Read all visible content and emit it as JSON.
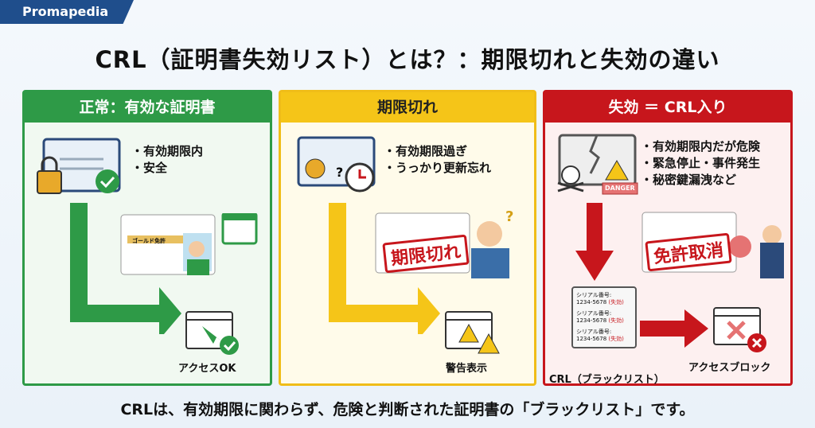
{
  "brand": "Promapedia",
  "title": "CRL（証明書失効リスト）とは？：期限切れと失効の違い",
  "panels": [
    {
      "header": "正常：有効な証明書",
      "color": "#2e9a47",
      "bullets": [
        "・有効期限内",
        "・安全"
      ],
      "license_label": "ゴールド免許",
      "result": "アクセスOK"
    },
    {
      "header": "期限切れ",
      "color": "#f5c518",
      "bullets": [
        "・有効期限過ぎ",
        "・うっかり更新忘れ"
      ],
      "stamp": "期限切れ",
      "result": "警告表示"
    },
    {
      "header": "失効 ＝ CRL入り",
      "color": "#c7161c",
      "bullets": [
        "・有効期限内だが危険",
        "・緊急停止・事件発生",
        "・秘密鍵漏洩など"
      ],
      "danger": "DANGER",
      "stamp": "免許取消",
      "crl_entries": [
        {
          "label": "シリアル番号:",
          "serial": "1234-5678",
          "status": "(失効)"
        },
        {
          "label": "シリアル番号:",
          "serial": "1234-5678",
          "status": "(失効)"
        },
        {
          "label": "シリアル番号:",
          "serial": "1234-5678",
          "status": "(失効)"
        }
      ],
      "crl_label": "CRL（ブラックリスト）",
      "result": "アクセスブロック"
    }
  ],
  "footer": "CRLは、有効期限に関わらず、危険と判断された証明書の「ブラックリスト」です。"
}
